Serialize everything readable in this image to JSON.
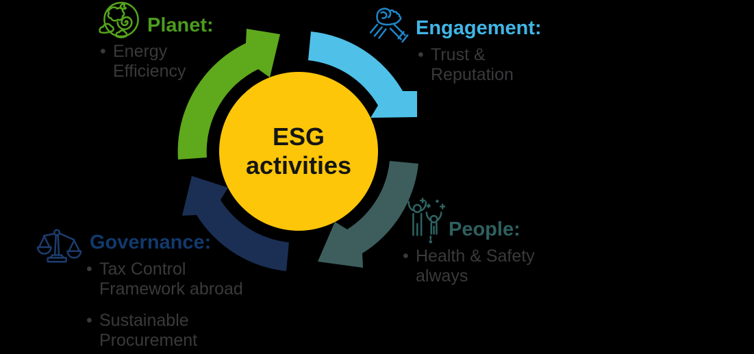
{
  "diagram": {
    "background_color": "#000000",
    "bullet_char": "•",
    "bullet_text_color": "#3A3A3C",
    "center": {
      "line1": "ESG",
      "line2": "activities",
      "circle_color": "#FDC608",
      "text_color": "#151515"
    },
    "sections": {
      "planet": {
        "label": "Planet:",
        "color": "#4C9C1E",
        "icon_color": "#55A41C",
        "arrow_color": "#5FA91D",
        "icon": "globe-doodle-icon",
        "bullets": [
          "Energy Efficiency"
        ]
      },
      "engagement": {
        "label": "Engagement:",
        "color": "#41B6E6",
        "icon_color": "#1F86C9",
        "arrow_color": "#4FC0E8",
        "icon": "handshake-icon",
        "bullets": [
          "Trust & Reputation"
        ]
      },
      "people": {
        "label": "People:",
        "color": "#2E605E",
        "icon_color": "#2E6361",
        "arrow_color": "#3D5E5C",
        "icon": "cheering-people-icon",
        "bullets": [
          "Health & Safety always"
        ]
      },
      "governance": {
        "label": "Governance:",
        "color": "#113A6D",
        "icon_color": "#1C3C6E",
        "arrow_color": "#1B2F54",
        "icon": "scales-of-justice-icon",
        "bullets": [
          "Tax Control Framework abroad",
          "Sustainable Procurement"
        ]
      }
    }
  }
}
